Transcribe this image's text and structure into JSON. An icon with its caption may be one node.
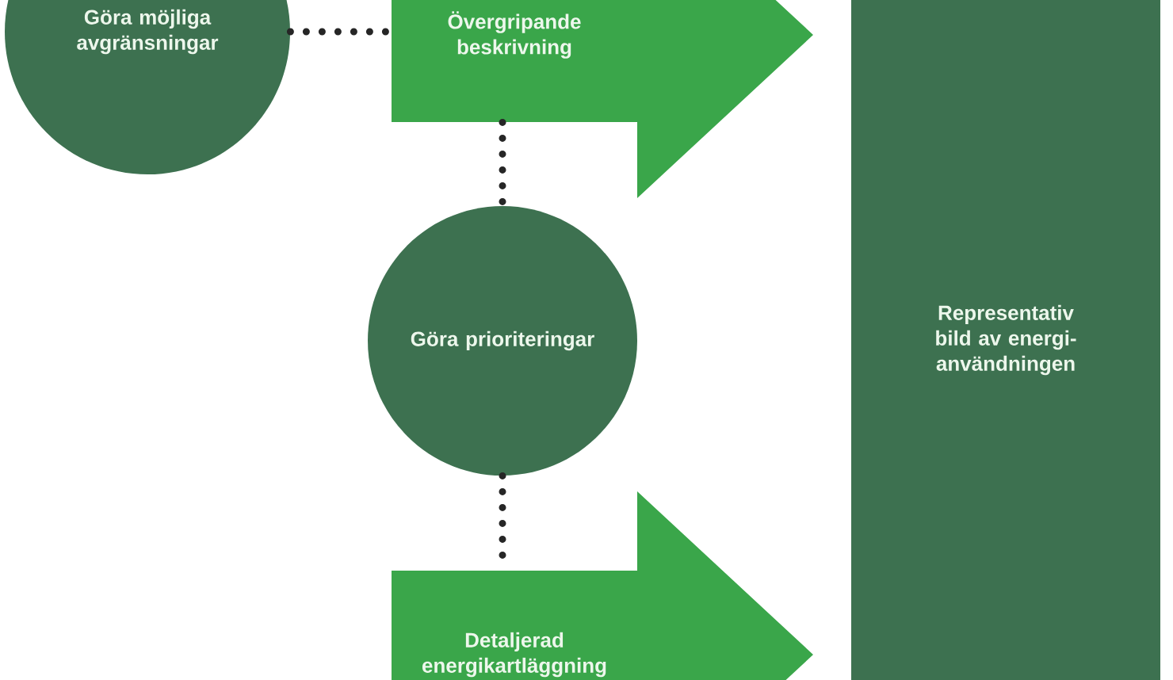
{
  "diagram": {
    "nodes": [
      {
        "text": [
          "Göra möjliga avgränsningar"
        ]
      },
      {
        "text": [
          "Övergripande beskrivning"
        ]
      },
      {
        "text": [
          "Göra prioriteringar"
        ]
      },
      {
        "text": [
          "Detaljerad energikartläggning"
        ]
      },
      {
        "text": [
          "Representativ bild av energi-användningen"
        ]
      }
    ],
    "edges": [
      {
        "from": 0,
        "to": 1,
        "arrow": "none"
      },
      {
        "from": 1,
        "to": 2,
        "arrow": "none"
      },
      {
        "from": 2,
        "to": 3,
        "arrow": "none"
      }
    ]
  }
}
